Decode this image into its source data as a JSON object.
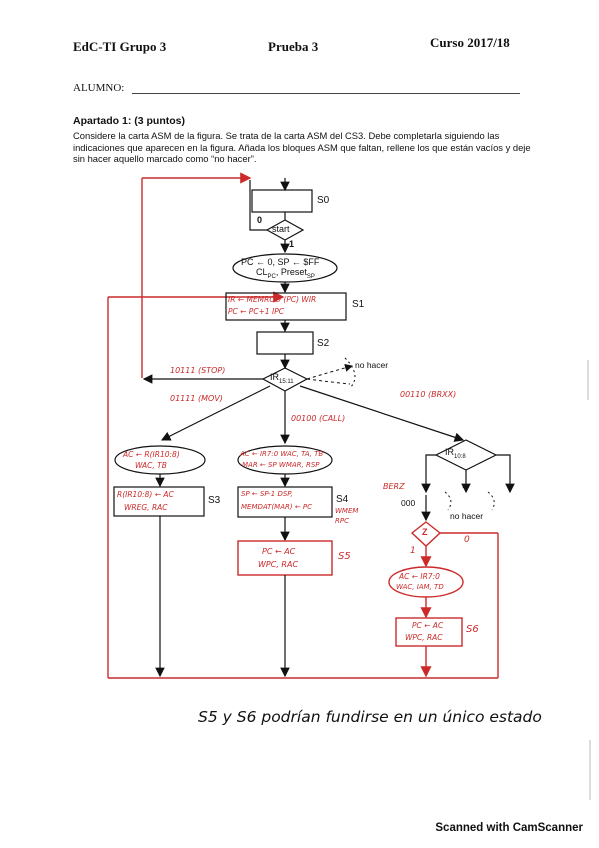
{
  "header": {
    "left": "EdC-TI Grupo 3",
    "center": "Prueba 3",
    "right": "Curso 2017/18",
    "student_label": "ALUMNO:"
  },
  "section": {
    "title": "Apartado 1: (3 puntos)",
    "text": "Considere la carta ASM de la figura. Se trata de la carta ASM del CS3. Debe completarla siguiendo las indicaciones que aparecen en la figura. Añada los bloques ASM que faltan, rellene los que están vacíos y deje sin hacer aquello marcado como “no hacer”."
  },
  "diagram": {
    "s0": "S0",
    "start": "start",
    "zero": "0",
    "one": "1",
    "init_line1": "PC ← 0, SP ← $FF",
    "init_line2a": "CL",
    "init_sub_pc": "PC",
    "init_line2b": ", Preset",
    "init_sub_sp": "SP",
    "s1": "S1",
    "s1_line1": "IR ← MEMROD (PC) WIR",
    "s1_line2": "PC ← PC+1      IPC",
    "s2": "S2",
    "ir_label": "IR",
    "ir_sub": "15:11",
    "no_hacer_top": "no hacer",
    "stop_code": "10111 (STOP)",
    "mov_code": "01111 (MOV)",
    "call_code": "00100 (CALL)",
    "brxx_code": "00110 (BRXX)",
    "ir2_label": "IR",
    "ir2_sub": "10:8",
    "dots": "...",
    "no_hacer_bottom": "no hacer",
    "berz": "BERZ",
    "berz_code": "000",
    "z": "Z",
    "z_one": "1",
    "z_zero": "0",
    "mov_a1": "AC ← R(IR10:8)",
    "mov_a2": "WAC, TB",
    "s3": "S3",
    "mov_b1": "R(IR10:8) ← AC",
    "mov_b2": "WREG, RAC",
    "call_a1": "AC ← IR7:0  WAC, TA, TB",
    "call_a2": "MAR ← SP  WMAR, RSP",
    "s4": "S4",
    "call_b1": "SP ← SP-1  DSP,",
    "call_b2": "MEMDAT(MAR) ← PC",
    "call_b3": "WMEM",
    "call_b4": "RPC",
    "s5": "S5",
    "call_c1": "PC ← AC",
    "call_c2": "WPC, RAC",
    "br_a1": "AC ← IR7:0",
    "br_a2": "WAC, IAM, TD",
    "s6": "S6",
    "br_b1": "PC ← AC",
    "br_b2": "WPC, RAC"
  },
  "handwritten_note": "S5 y S6 podrían fundirse en un único estado",
  "footer": "Scanned with CamScanner",
  "colors": {
    "ink": "#111111",
    "red": "#cc2a2a",
    "rule": "#444444"
  }
}
